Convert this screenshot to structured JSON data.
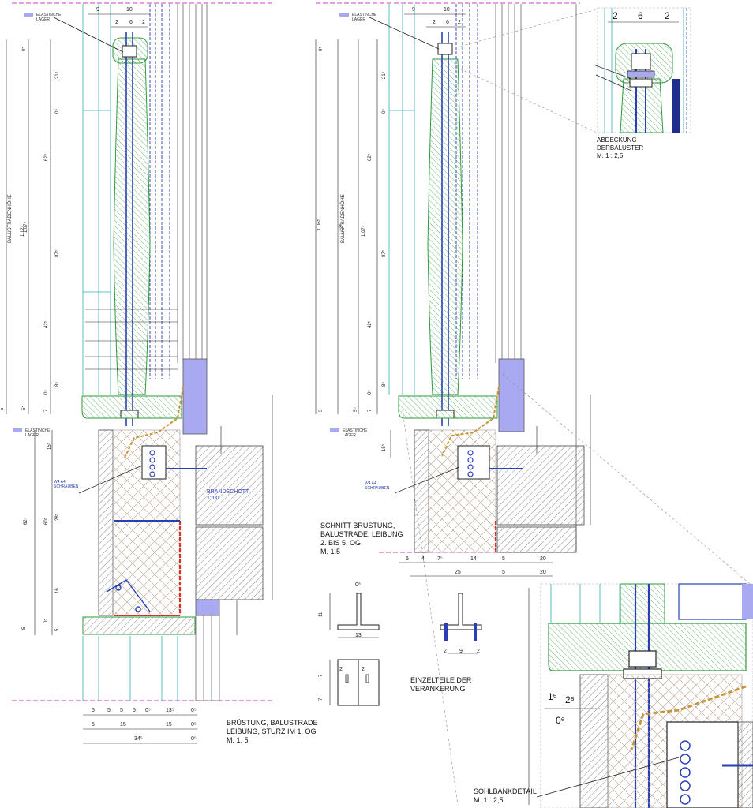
{
  "captions": {
    "left": [
      "BRÜSTUNG, BALUSTRADE",
      "LEIBUNG, STURZ IM 1. OG",
      "M. 1: 5"
    ],
    "middle": [
      "SCHNITT BRÜSTUNG,",
      "BALUSTRADE, LEIBUNG",
      "2. BIS 5. OG",
      "M. 1:5"
    ],
    "detail_top": [
      "ABDECKUNG",
      "DERBALUSTER",
      "M. 1 : 2,5"
    ],
    "parts": [
      "EINZELTEILE DER",
      "VERANKERUNG"
    ],
    "detail_bottom": [
      "SOHLBANKDETAIL",
      "M. 1 : 2,5"
    ]
  },
  "legend": {
    "elastic": [
      "ELASTINCHE",
      "LAGER"
    ],
    "elastic2": [
      "ELASTINCHE",
      "LAGER"
    ],
    "bolt_left": [
      "W4 A4",
      "SCHRAUBEN"
    ],
    "bolt_mid": [
      "W4 A4",
      "SCHRAUBEN"
    ],
    "brandschott": [
      "BRANDSCHOTT",
      "1: 00"
    ],
    "balustradenhoehe": "BALUSTRADENHÖHE"
  },
  "dims_left_top": [
    "9",
    "10",
    "2",
    "6",
    "2"
  ],
  "dims_mid_top": [
    "9",
    "10",
    "2",
    "6",
    "2"
  ],
  "dims_detail_top": [
    "2",
    "6",
    "2"
  ],
  "dims_left_vertical": [
    "0⁵",
    "21⁵",
    "0⁵",
    "62⁵",
    "87⁵",
    "42⁵",
    "0⁵",
    "8⁵",
    "5⁵",
    "7",
    "1.12⁵",
    "1.07⁵",
    "5",
    "15⁵",
    "28⁵",
    "60⁵",
    "62⁵",
    "16",
    "5",
    "0⁵",
    "5"
  ],
  "dims_mid_vertical": [
    "0⁵",
    "21⁵",
    "0⁵",
    "62⁵",
    "87⁵",
    "42⁵",
    "0⁵",
    "8⁵",
    "5⁵",
    "7",
    "1.12⁵",
    "1.07⁵",
    "1.06⁵",
    "5",
    "15⁵"
  ],
  "dims_left_bottom": [
    [
      "5",
      "5",
      "5",
      "5",
      "0⁵",
      "13⁵",
      "0⁵"
    ],
    [
      "5",
      "15",
      "15",
      "0⁵"
    ],
    [
      "34⁵",
      "0⁵"
    ]
  ],
  "dims_mid_bottom": [
    [
      "5",
      "4",
      "7⁵",
      "14",
      "5",
      "20"
    ],
    [
      "25",
      "5",
      "20"
    ]
  ],
  "dims_parts": [
    "0⁸",
    "11",
    "13",
    "9",
    "2",
    "2",
    "7",
    "7",
    "2",
    "2"
  ],
  "dims_detail_bottom": [
    "1⁶",
    "2⁸",
    "0⁶"
  ],
  "colors": {
    "green": "#2f9a3f",
    "blue": "#2a3fb5",
    "cyan": "#2fb3b3",
    "lavender": "#a9a9f2",
    "red": "#d8332a",
    "magenta": "#d23cc4",
    "tan": "#c8963c",
    "grey": "#555555"
  }
}
